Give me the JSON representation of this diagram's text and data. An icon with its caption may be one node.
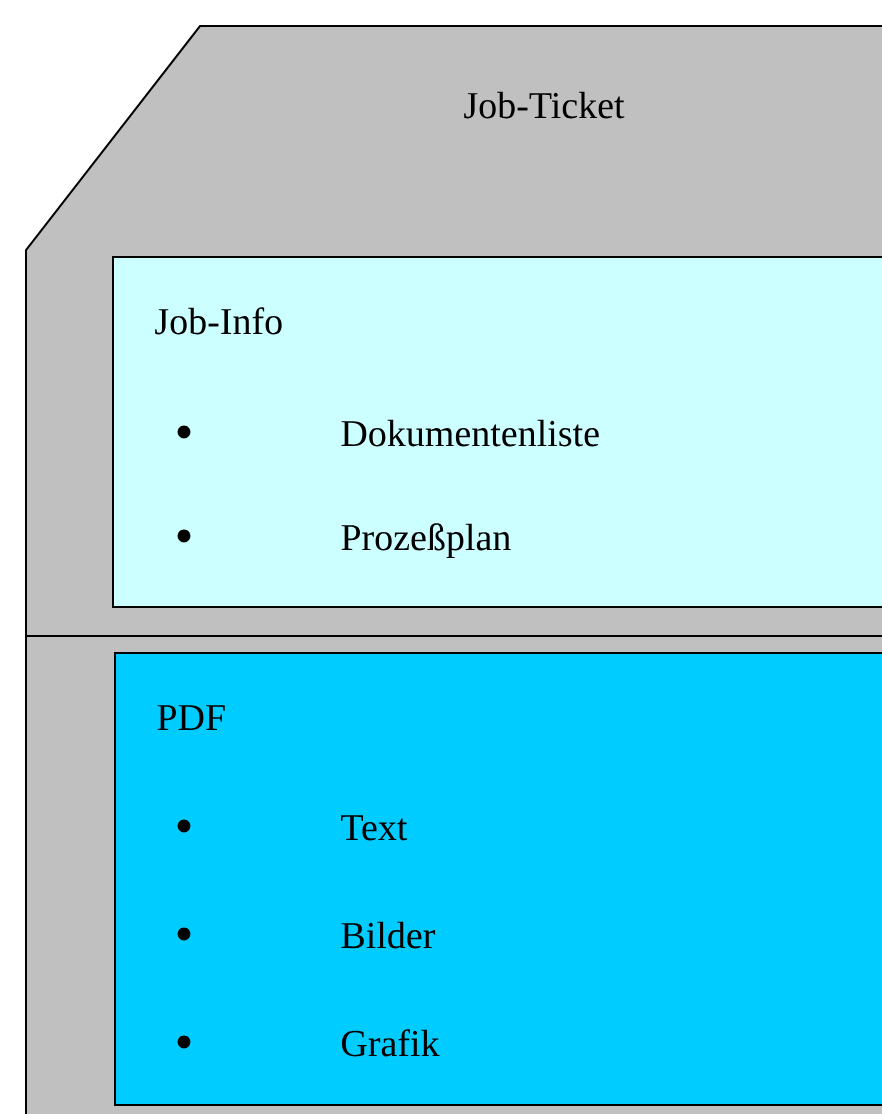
{
  "diagram": {
    "nodes": [
      {
        "text": [
          "Job-Ticket"
        ]
      },
      {
        "text": [
          "Job-Info",
          "Dokumentenliste",
          "Prozeßplan"
        ],
        "in": 0
      },
      {
        "text": [
          "PDF",
          "Text",
          "Bilder",
          "Grafik"
        ],
        "in": 0
      }
    ]
  }
}
